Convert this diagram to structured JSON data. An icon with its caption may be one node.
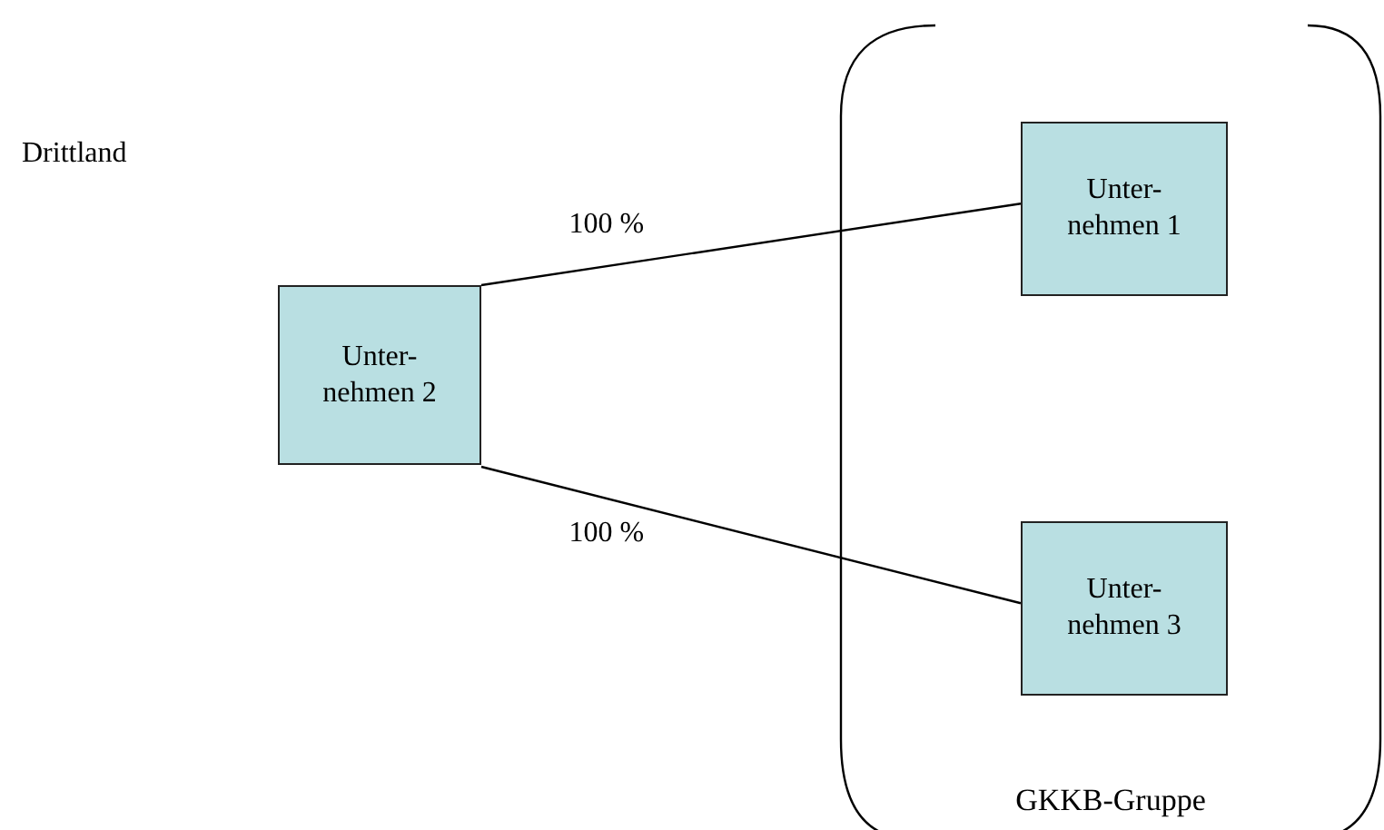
{
  "diagram": {
    "nodes": [
      {
        "text": [
          "GKKB-Gruppe"
        ]
      },
      {
        "text": [
          "Unter- nehmen 1"
        ],
        "in": 0
      },
      {
        "text": [
          "Unter- nehmen 2"
        ]
      },
      {
        "text": [
          "Unter- nehmen 3"
        ],
        "in": 0
      }
    ],
    "edges": [
      {
        "from": 2,
        "to": 1,
        "arrow": "none",
        "label": "100 %"
      },
      {
        "from": 2,
        "to": 3,
        "arrow": "none",
        "label": "100 %"
      }
    ],
    "labels": [
      "Drittland"
    ]
  }
}
